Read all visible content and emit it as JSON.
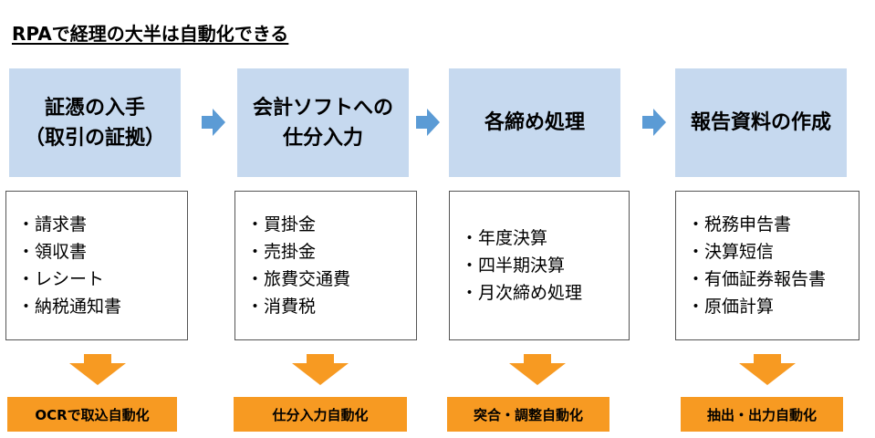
{
  "title": "RPAで経理の大半は自動化できる",
  "steps": [
    {
      "label": "証憑の入手\n（取引の証拠）",
      "items": [
        "・請求書",
        "・領収書",
        "・レシート",
        "・納税通知書"
      ],
      "result": "OCRで取込自動化"
    },
    {
      "label": "会計ソフトへの\n仕分入力",
      "items": [
        "・買掛金",
        "・売掛金",
        "・旅費交通費",
        "・消費税"
      ],
      "result": "仕分入力自動化"
    },
    {
      "label": "各締め処理",
      "items": [
        "・年度決算",
        "・四半期決算",
        "・月次締め処理"
      ],
      "result": "突合・調整自動化"
    },
    {
      "label": "報告資料の作成",
      "items": [
        "・税務申告書",
        "・決算短信",
        "・有価証券報告書",
        "・原価計算"
      ],
      "result": "抽出・出力自動化"
    }
  ],
  "colors": {
    "step_fill": "#c6d9ef",
    "flow_arrow": "#5b9bd5",
    "down_arrow": "#f79a22",
    "result_fill": "#f79a22"
  }
}
